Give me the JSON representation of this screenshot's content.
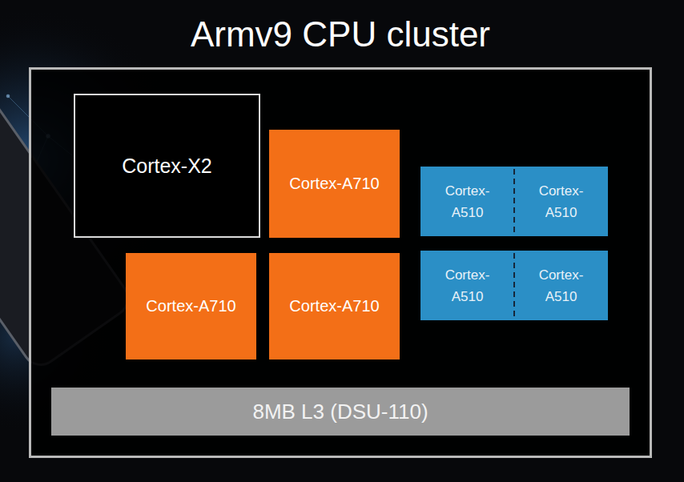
{
  "diagram": {
    "nodes": [
      {
        "text": [
          "Armv9 CPU cluster"
        ]
      },
      {
        "text": [
          "Cortex-X2"
        ],
        "in": 0
      },
      {
        "text": [
          "Cortex-A710"
        ],
        "in": 0
      },
      {
        "text": [
          "Cortex- A510"
        ],
        "in": 0
      },
      {
        "text": [
          "Cortex- A510"
        ],
        "in": 0
      },
      {
        "text": [
          "Cortex-A710"
        ],
        "in": 0
      },
      {
        "text": [
          "Cortex-A710"
        ],
        "in": 0
      },
      {
        "text": [
          "Cortex- A510"
        ],
        "in": 0
      },
      {
        "text": [
          "Cortex- A510"
        ],
        "in": 0
      },
      {
        "text": [
          "8MB L3 (DSU-110)"
        ],
        "in": 0
      }
    ]
  }
}
